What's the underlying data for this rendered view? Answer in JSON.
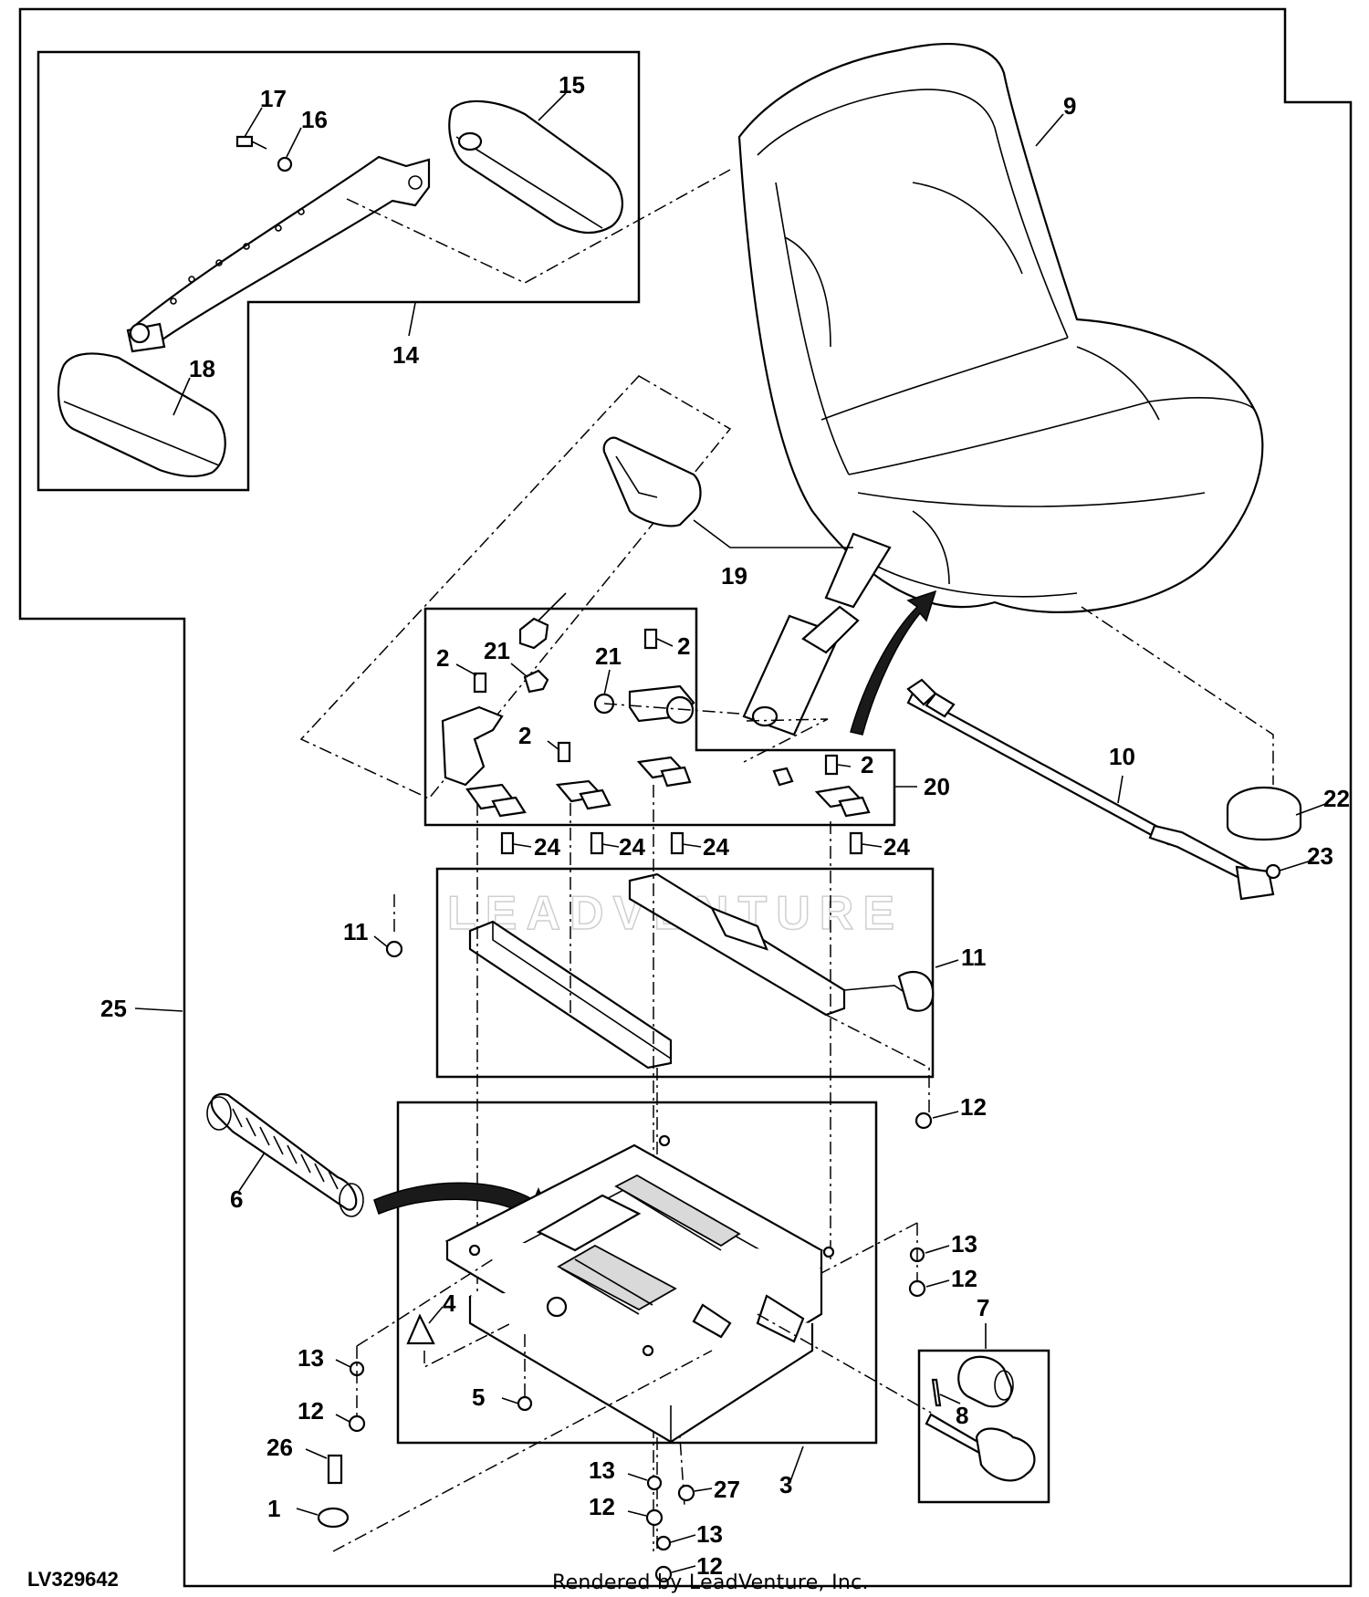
{
  "diagram": {
    "reference_code": "LV329642",
    "watermark": "LEADVENTURE",
    "footer": "Rendered by LeadVenture, Inc.",
    "callouts": [
      {
        "id": "c1",
        "text": "1"
      },
      {
        "id": "c2a",
        "text": "2"
      },
      {
        "id": "c2b",
        "text": "2"
      },
      {
        "id": "c2c",
        "text": "2"
      },
      {
        "id": "c2d",
        "text": "2"
      },
      {
        "id": "c3",
        "text": "3"
      },
      {
        "id": "c4",
        "text": "4"
      },
      {
        "id": "c5",
        "text": "5"
      },
      {
        "id": "c6",
        "text": "6"
      },
      {
        "id": "c7",
        "text": "7"
      },
      {
        "id": "c8",
        "text": "8"
      },
      {
        "id": "c9",
        "text": "9"
      },
      {
        "id": "c10",
        "text": "10"
      },
      {
        "id": "c11a",
        "text": "11"
      },
      {
        "id": "c11b",
        "text": "11"
      },
      {
        "id": "c12a",
        "text": "12"
      },
      {
        "id": "c12b",
        "text": "12"
      },
      {
        "id": "c12c",
        "text": "12"
      },
      {
        "id": "c12d",
        "text": "12"
      },
      {
        "id": "c12e",
        "text": "12"
      },
      {
        "id": "c13a",
        "text": "13"
      },
      {
        "id": "c13b",
        "text": "13"
      },
      {
        "id": "c13c",
        "text": "13"
      },
      {
        "id": "c13d",
        "text": "13"
      },
      {
        "id": "c14",
        "text": "14"
      },
      {
        "id": "c15",
        "text": "15"
      },
      {
        "id": "c16",
        "text": "16"
      },
      {
        "id": "c17",
        "text": "17"
      },
      {
        "id": "c18",
        "text": "18"
      },
      {
        "id": "c19",
        "text": "19"
      },
      {
        "id": "c20",
        "text": "20"
      },
      {
        "id": "c21a",
        "text": "21"
      },
      {
        "id": "c21b",
        "text": "21"
      },
      {
        "id": "c22",
        "text": "22"
      },
      {
        "id": "c23",
        "text": "23"
      },
      {
        "id": "c24a",
        "text": "24"
      },
      {
        "id": "c24b",
        "text": "24"
      },
      {
        "id": "c24c",
        "text": "24"
      },
      {
        "id": "c24d",
        "text": "24"
      },
      {
        "id": "c25",
        "text": "25"
      },
      {
        "id": "c26",
        "text": "26"
      },
      {
        "id": "c27",
        "text": "27"
      }
    ]
  }
}
